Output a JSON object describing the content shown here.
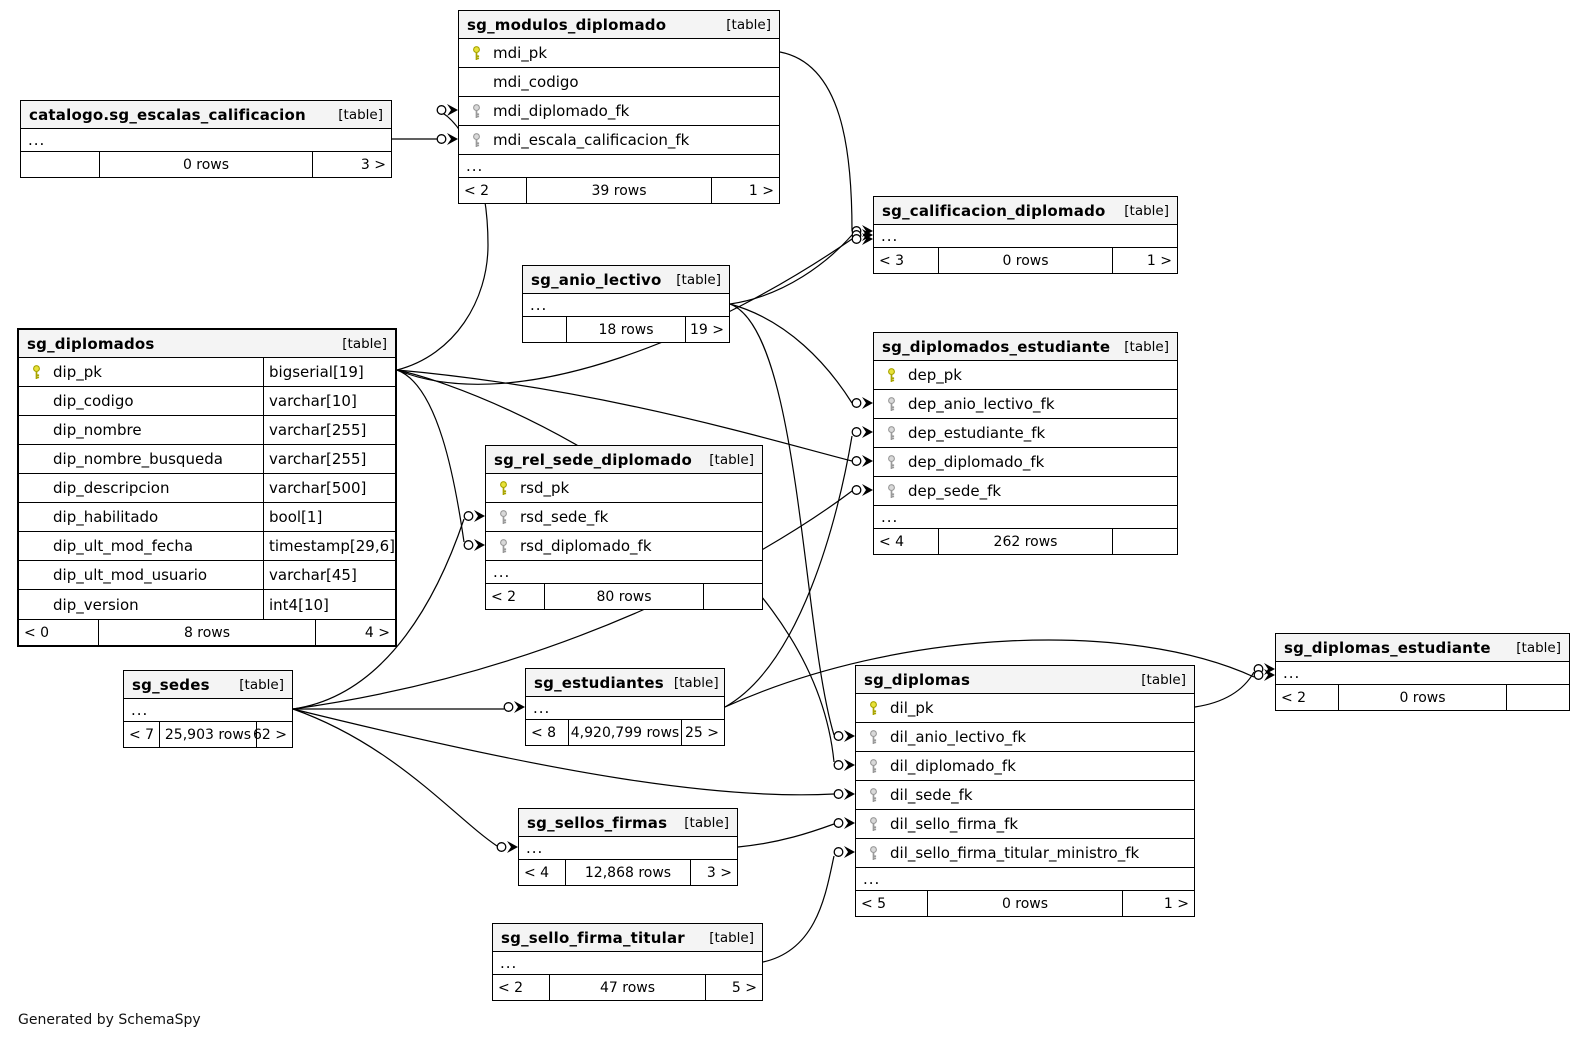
{
  "generated_by": "Generated by SchemaSpy",
  "tables": [
    {
      "name": "sg_modulos_diplomado",
      "tag": "[table]",
      "columns": [
        {
          "name": "mdi_pk",
          "key": "pk"
        },
        {
          "name": "mdi_codigo",
          "key": null
        },
        {
          "name": "mdi_diplomado_fk",
          "key": "fk"
        },
        {
          "name": "mdi_escala_calificacion_fk",
          "key": "fk"
        },
        {
          "name": "...",
          "key": "dots"
        }
      ],
      "footer": {
        "left": "< 2",
        "center": "39 rows",
        "right": "1 >"
      }
    },
    {
      "name": "catalogo.sg_escalas_calificacion",
      "tag": "[table]",
      "columns": [
        {
          "name": "...",
          "key": "dots"
        }
      ],
      "footer": {
        "left": "",
        "center": "0 rows",
        "right": "3 >"
      }
    },
    {
      "name": "sg_diplomados",
      "tag": "[table]",
      "columns": [
        {
          "name": "dip_pk",
          "key": "pk",
          "type": "bigserial[19]"
        },
        {
          "name": "dip_codigo",
          "key": null,
          "type": "varchar[10]"
        },
        {
          "name": "dip_nombre",
          "key": null,
          "type": "varchar[255]"
        },
        {
          "name": "dip_nombre_busqueda",
          "key": null,
          "type": "varchar[255]"
        },
        {
          "name": "dip_descripcion",
          "key": null,
          "type": "varchar[500]"
        },
        {
          "name": "dip_habilitado",
          "key": null,
          "type": "bool[1]"
        },
        {
          "name": "dip_ult_mod_fecha",
          "key": null,
          "type": "timestamp[29,6]"
        },
        {
          "name": "dip_ult_mod_usuario",
          "key": null,
          "type": "varchar[45]"
        },
        {
          "name": "dip_version",
          "key": null,
          "type": "int4[10]"
        }
      ],
      "footer": {
        "left": "< 0",
        "center": "8 rows",
        "right": "4 >"
      }
    },
    {
      "name": "sg_anio_lectivo",
      "tag": "[table]",
      "columns": [
        {
          "name": "...",
          "key": "dots"
        }
      ],
      "footer": {
        "left": "",
        "center": "18 rows",
        "right": "19 >"
      }
    },
    {
      "name": "sg_calificacion_diplomado",
      "tag": "[table]",
      "columns": [
        {
          "name": "...",
          "key": "dots"
        }
      ],
      "footer": {
        "left": "< 3",
        "center": "0 rows",
        "right": "1 >"
      }
    },
    {
      "name": "sg_diplomados_estudiante",
      "tag": "[table]",
      "columns": [
        {
          "name": "dep_pk",
          "key": "pk"
        },
        {
          "name": "dep_anio_lectivo_fk",
          "key": "fk"
        },
        {
          "name": "dep_estudiante_fk",
          "key": "fk"
        },
        {
          "name": "dep_diplomado_fk",
          "key": "fk"
        },
        {
          "name": "dep_sede_fk",
          "key": "fk"
        },
        {
          "name": "...",
          "key": "dots"
        }
      ],
      "footer": {
        "left": "< 4",
        "center": "262 rows",
        "right": ""
      }
    },
    {
      "name": "sg_rel_sede_diplomado",
      "tag": "[table]",
      "columns": [
        {
          "name": "rsd_pk",
          "key": "pk"
        },
        {
          "name": "rsd_sede_fk",
          "key": "fk"
        },
        {
          "name": "rsd_diplomado_fk",
          "key": "fk"
        },
        {
          "name": "...",
          "key": "dots"
        }
      ],
      "footer": {
        "left": "< 2",
        "center": "80 rows",
        "right": ""
      }
    },
    {
      "name": "sg_sedes",
      "tag": "[table]",
      "columns": [
        {
          "name": "...",
          "key": "dots"
        }
      ],
      "footer": {
        "left": "< 7",
        "center": "25,903 rows",
        "right": "62 >"
      }
    },
    {
      "name": "sg_estudiantes",
      "tag": "[table]",
      "columns": [
        {
          "name": "...",
          "key": "dots"
        }
      ],
      "footer": {
        "left": "< 8",
        "center": "4,920,799 rows",
        "right": "25 >"
      }
    },
    {
      "name": "sg_diplomas",
      "tag": "[table]",
      "columns": [
        {
          "name": "dil_pk",
          "key": "pk"
        },
        {
          "name": "dil_anio_lectivo_fk",
          "key": "fk"
        },
        {
          "name": "dil_diplomado_fk",
          "key": "fk"
        },
        {
          "name": "dil_sede_fk",
          "key": "fk"
        },
        {
          "name": "dil_sello_firma_fk",
          "key": "fk"
        },
        {
          "name": "dil_sello_firma_titular_ministro_fk",
          "key": "fk"
        },
        {
          "name": "...",
          "key": "dots"
        }
      ],
      "footer": {
        "left": "< 5",
        "center": "0 rows",
        "right": "1 >"
      }
    },
    {
      "name": "sg_diplomas_estudiante",
      "tag": "[table]",
      "columns": [
        {
          "name": "...",
          "key": "dots"
        }
      ],
      "footer": {
        "left": "< 2",
        "center": "0 rows",
        "right": ""
      }
    },
    {
      "name": "sg_sellos_firmas",
      "tag": "[table]",
      "columns": [
        {
          "name": "...",
          "key": "dots"
        }
      ],
      "footer": {
        "left": "< 4",
        "center": "12,868 rows",
        "right": "3 >"
      }
    },
    {
      "name": "sg_sello_firma_titular",
      "tag": "[table]",
      "columns": [
        {
          "name": "...",
          "key": "dots"
        }
      ],
      "footer": {
        "left": "< 2",
        "center": "47 rows",
        "right": "5 >"
      }
    }
  ],
  "relationships": [
    {
      "parent": "catalogo.sg_escalas_calificacion",
      "child": "sg_modulos_diplomado.mdi_escala_calificacion_fk"
    },
    {
      "parent": "sg_diplomados.dip_pk",
      "child": "sg_modulos_diplomado.mdi_diplomado_fk"
    },
    {
      "parent": "sg_modulos_diplomado.mdi_pk",
      "child": "sg_calificacion_diplomado"
    },
    {
      "parent": "sg_anio_lectivo",
      "child": "sg_calificacion_diplomado"
    },
    {
      "parent": "sg_diplomados.dip_pk",
      "child": "sg_calificacion_diplomado"
    },
    {
      "parent": "sg_anio_lectivo",
      "child": "sg_diplomados_estudiante.dep_anio_lectivo_fk"
    },
    {
      "parent": "sg_estudiantes",
      "child": "sg_diplomados_estudiante.dep_estudiante_fk"
    },
    {
      "parent": "sg_diplomados.dip_pk",
      "child": "sg_diplomados_estudiante.dep_diplomado_fk"
    },
    {
      "parent": "sg_sedes",
      "child": "sg_diplomados_estudiante.dep_sede_fk"
    },
    {
      "parent": "sg_diplomados.dip_pk",
      "child": "sg_rel_sede_diplomado.rsd_diplomado_fk"
    },
    {
      "parent": "sg_sedes",
      "child": "sg_rel_sede_diplomado.rsd_sede_fk"
    },
    {
      "parent": "sg_sedes",
      "child": "sg_estudiantes"
    },
    {
      "parent": "sg_sedes",
      "child": "sg_sellos_firmas"
    },
    {
      "parent": "sg_sedes",
      "child": "sg_diplomas.dil_sede_fk"
    },
    {
      "parent": "sg_anio_lectivo",
      "child": "sg_diplomas.dil_anio_lectivo_fk"
    },
    {
      "parent": "sg_diplomados.dip_pk",
      "child": "sg_diplomas.dil_diplomado_fk"
    },
    {
      "parent": "sg_sellos_firmas",
      "child": "sg_diplomas.dil_sello_firma_fk"
    },
    {
      "parent": "sg_sello_firma_titular",
      "child": "sg_diplomas.dil_sello_firma_titular_ministro_fk"
    },
    {
      "parent": "sg_diplomas.dil_pk",
      "child": "sg_diplomas_estudiante"
    },
    {
      "parent": "sg_estudiantes",
      "child": "sg_diplomas_estudiante"
    }
  ],
  "colors": {
    "pk_key": "#e8e23a",
    "pk_key_stroke": "#a8a400",
    "fk_key": "#d9d9d9",
    "fk_key_stroke": "#9a9a9a",
    "header_bg": "#f4f4f4",
    "line": "#000000"
  }
}
